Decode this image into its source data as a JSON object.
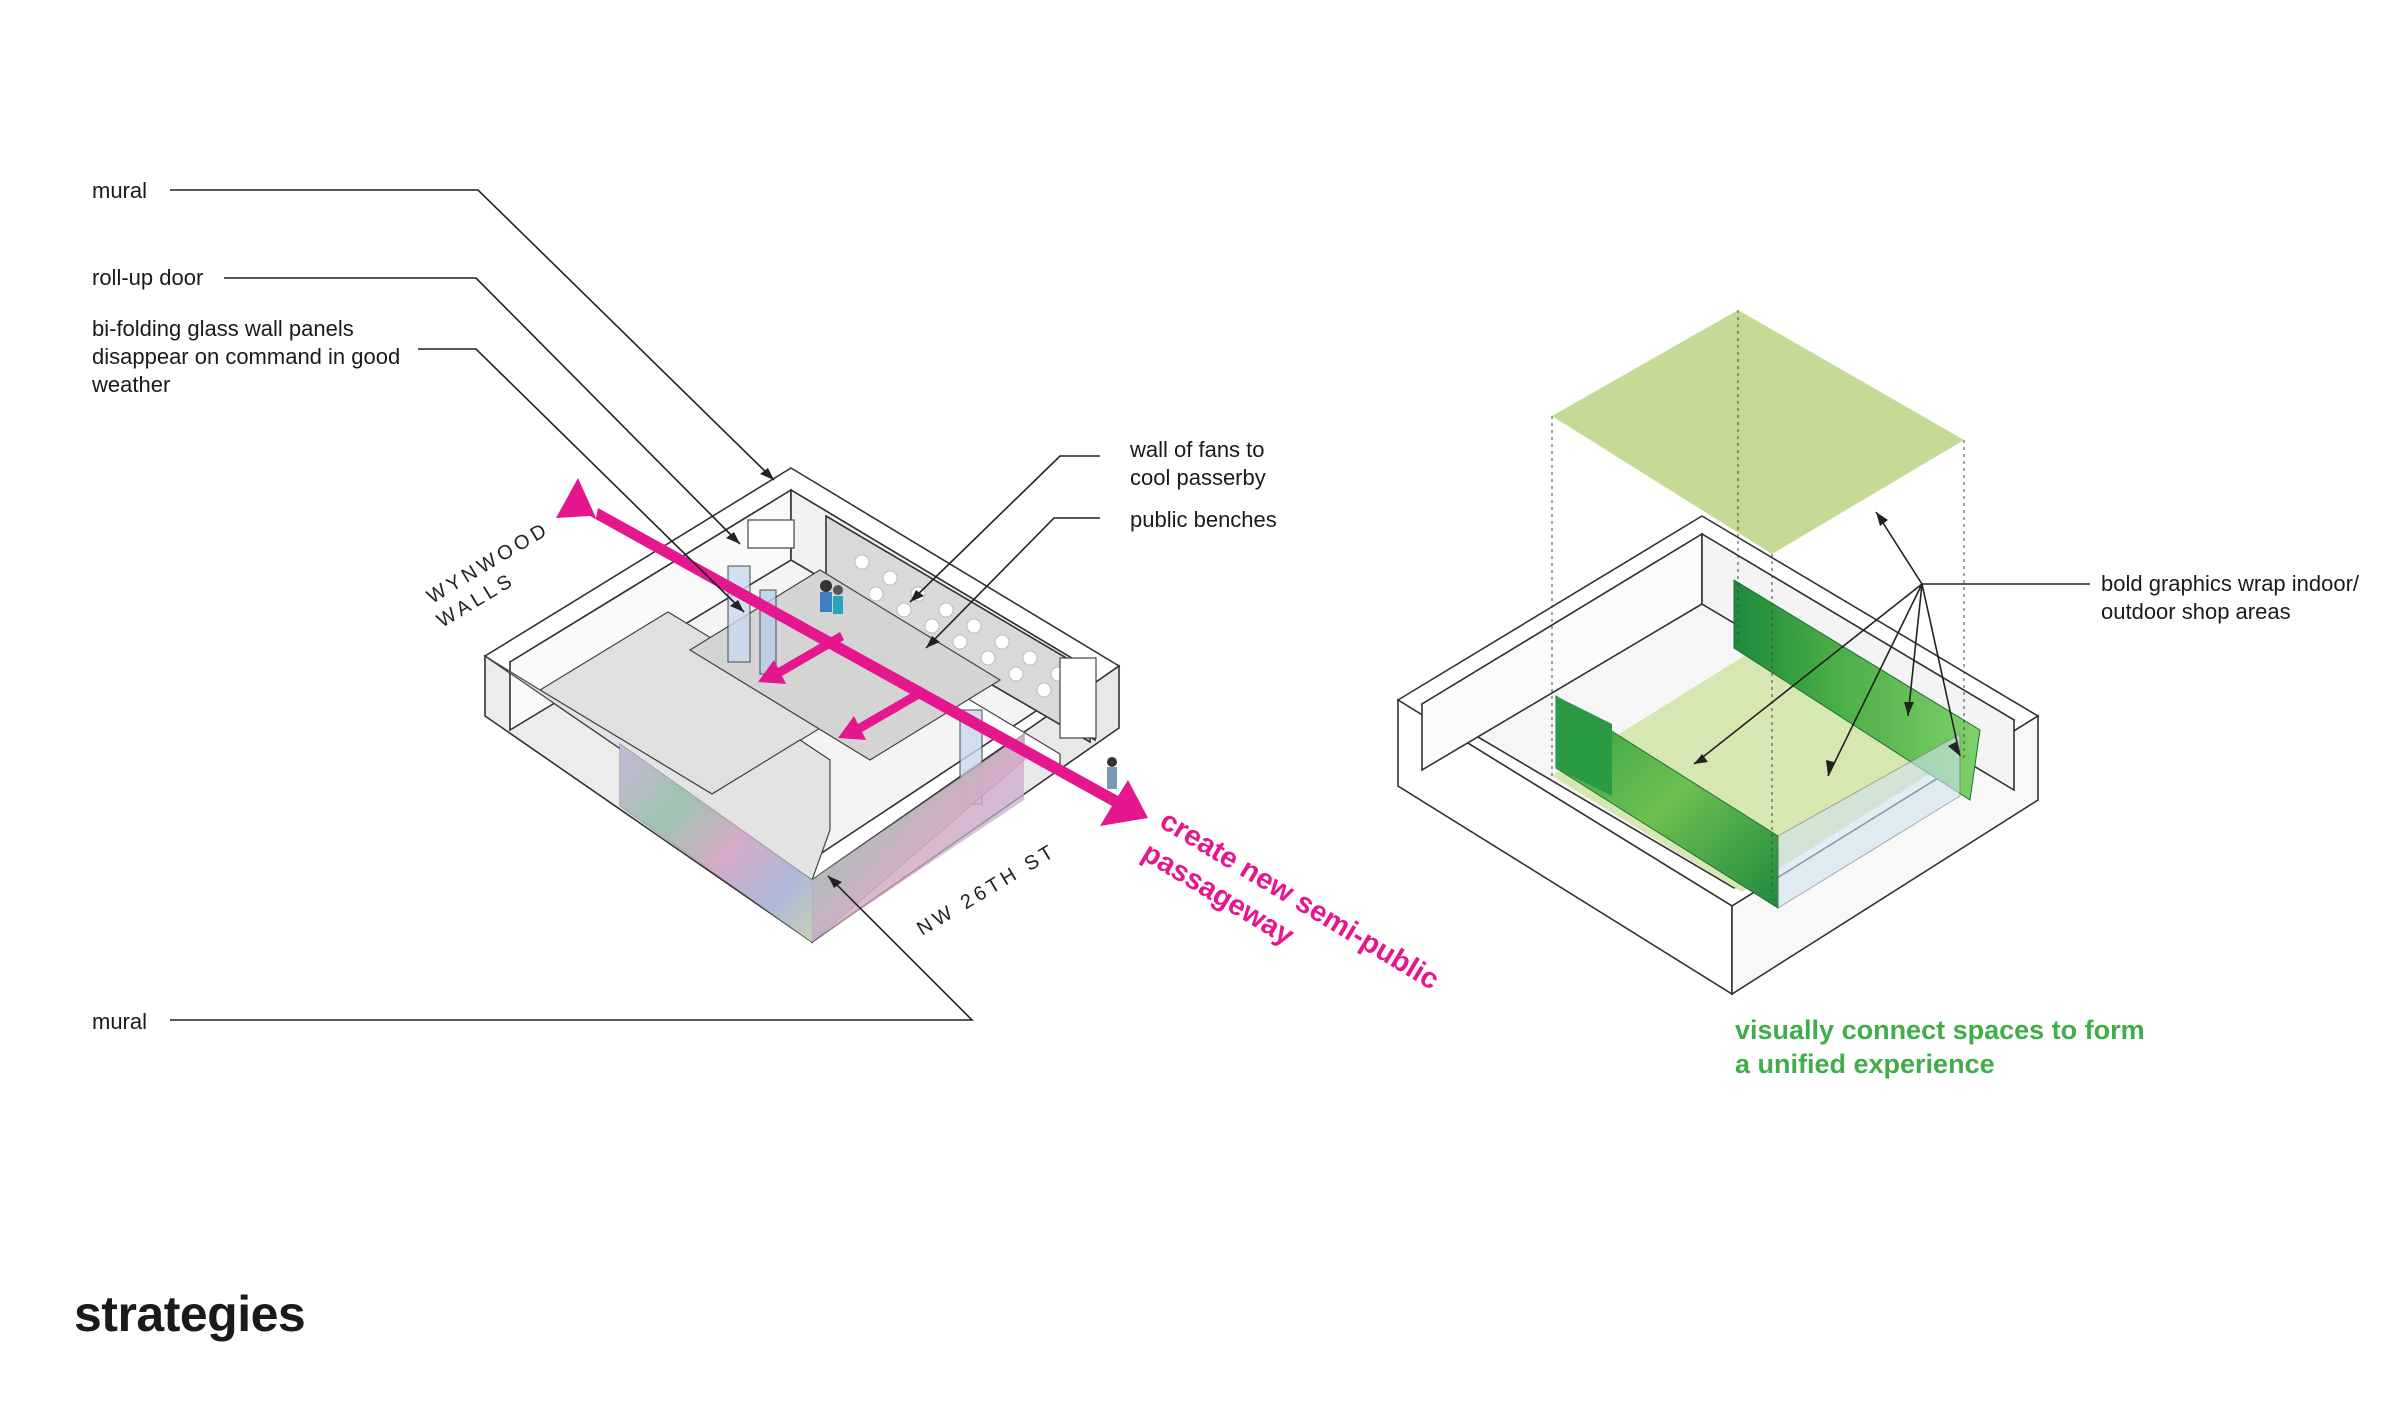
{
  "labels": {
    "mural_top": "mural",
    "rollup_door": "roll-up door",
    "bifolding": "bi-folding glass wall panels\ndisappear on command in good\nweather",
    "fans": "wall of fans to\ncool passerby",
    "benches": "public benches",
    "mural_bottom": "mural",
    "wynwood_line1": "WYNWOOD",
    "wynwood_line2": "WALLS",
    "street": "NW 26TH ST",
    "passage_line1": "create new semi-public",
    "passage_line2": "passageway",
    "graphics": "bold graphics wrap indoor/\noutdoor shop areas",
    "connect": "visually connect spaces to form\na unified experience",
    "heading": "strategies"
  },
  "colors": {
    "magenta": "#e5178f",
    "green": "#3fae49",
    "roof_green": "#c5da95",
    "floor_green": "#d5e6ad",
    "line": "#222222"
  }
}
